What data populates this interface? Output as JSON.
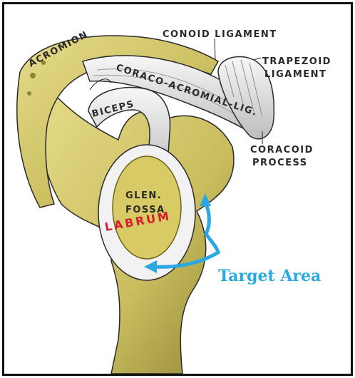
{
  "labels": {
    "acromion": "ACROMION",
    "coracoacromial": "CORACO-ACROMIAL-LIG.",
    "conoid": "CONOID LIGAMENT",
    "trapezoid_1": "TRAPEZOID",
    "trapezoid_2": "LIGAMENT",
    "biceps": "BICEPS",
    "coracoid_1": "CORACOID",
    "coracoid_2": "PROCESS",
    "glen_1": "GLEN.",
    "glen_2": "FOSSA",
    "labrum": "LABRUM",
    "target": "Target Area"
  },
  "colors": {
    "bone": "#d4c870",
    "bone_shadow": "#8f8436",
    "ligament": "#ececec",
    "labrum_text": "#d81b2e",
    "target": "#2aa8e0",
    "outline": "#2a2a2a"
  }
}
